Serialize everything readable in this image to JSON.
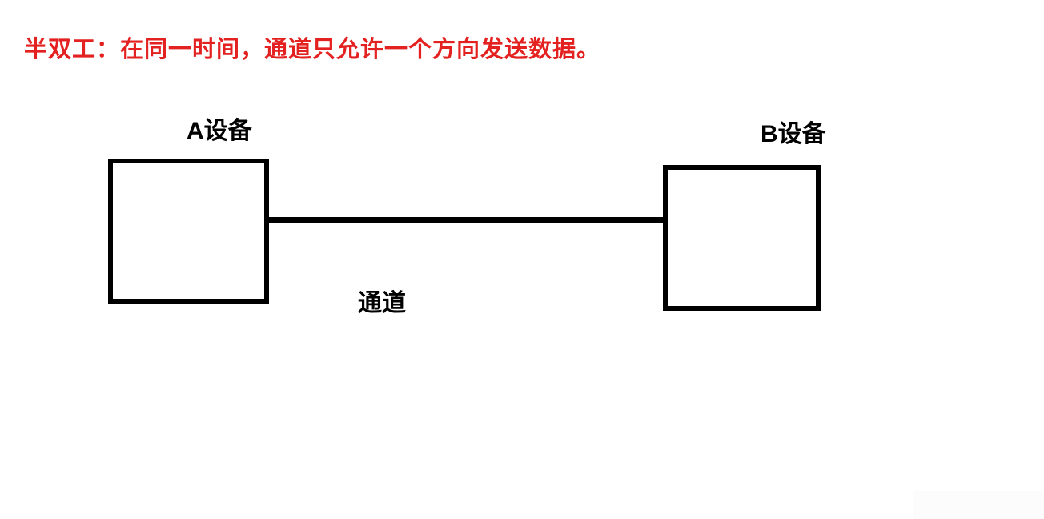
{
  "title": {
    "text": "半双工：在同一时间，通道只允许一个方向发送数据。"
  },
  "diagram": {
    "device_a": {
      "label": "A设备"
    },
    "device_b": {
      "label": "B设备"
    },
    "channel": {
      "label": "通道"
    }
  },
  "colors": {
    "title_red": "#e32120",
    "shape_black": "#000000",
    "background": "#ffffff",
    "watermark": "#fcfcfc"
  }
}
